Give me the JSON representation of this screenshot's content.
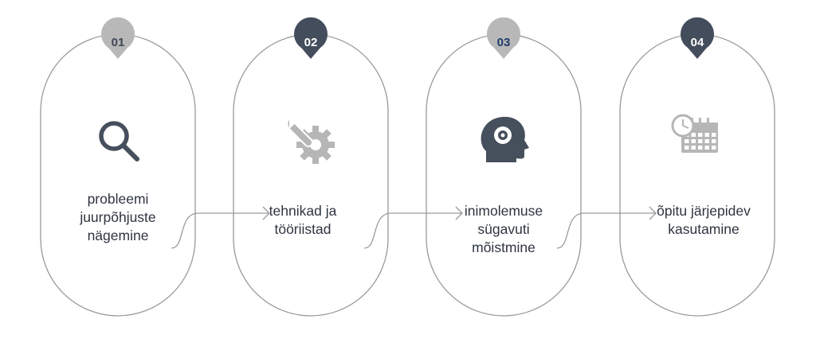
{
  "steps": [
    {
      "number": "01",
      "badge_color": "#b8b8b8",
      "number_color": "#3d4654",
      "icon": "magnifier-icon",
      "icon_color": "#464f5c",
      "lines": [
        "probleemi",
        "juurpõhjuste",
        "nägemine"
      ]
    },
    {
      "number": "02",
      "badge_color": "#444d5c",
      "number_color": "#ffffff",
      "icon": "wrench-gear-icon",
      "icon_color": "#b6b6b6",
      "lines": [
        "tehnikad ja",
        "tööriistad"
      ]
    },
    {
      "number": "03",
      "badge_color": "#b8b8b8",
      "number_color": "#1f3a6a",
      "icon": "head-gear-icon",
      "icon_color": "#464f5c",
      "lines": [
        "inimolemuse",
        "sügavuti",
        "mõistmine"
      ]
    },
    {
      "number": "04",
      "badge_color": "#444d5c",
      "number_color": "#ffffff",
      "icon": "clock-calendar-icon",
      "icon_color": "#b6b6b6",
      "lines": [
        "õpitu järjepidev",
        "kasutamine"
      ]
    }
  ],
  "outline_color": "#9a9a9a"
}
